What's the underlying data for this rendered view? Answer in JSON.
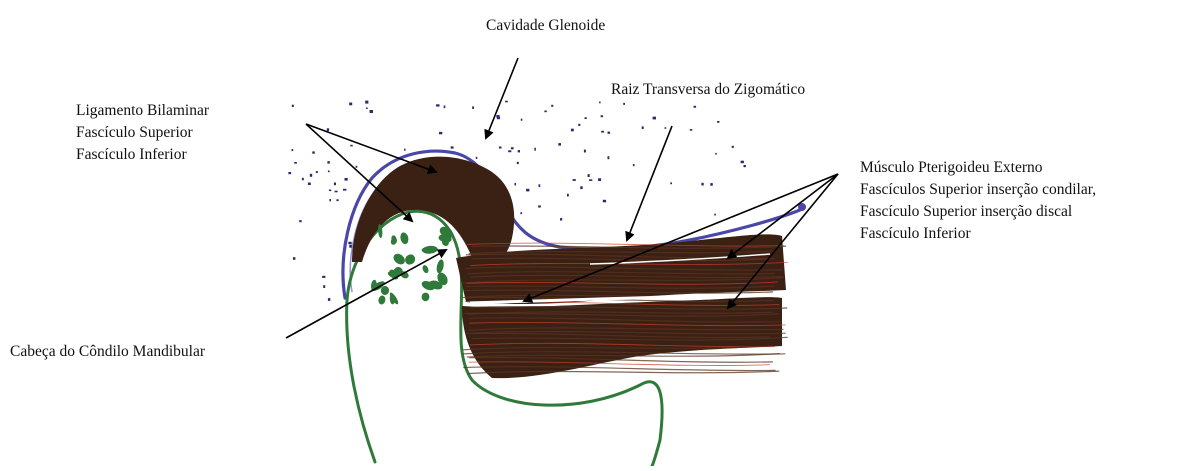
{
  "labels": {
    "cavidade": "Cavidade Glenoide",
    "raiz": "Raiz Transversa do Zigomático",
    "ligamento": [
      "Ligamento Bilaminar",
      "Fascículo Superior",
      "Fascículo Inferior"
    ],
    "musculo": [
      "Músculo Pterigoideu Externo",
      "Fascículos Superior inserção condilar,",
      "Fascículo Superior inserção discal",
      "Fascículo Inferior"
    ],
    "cabeca": "Cabeça do Côndilo Mandibular"
  },
  "colors": {
    "bone_dots": "#2a2a6e",
    "glenoid_line": "#4a47a8",
    "muscle": "#3b2014",
    "muscle_red": "#c8402a",
    "condyle": "#2f7a3a",
    "arrow": "#000000"
  }
}
